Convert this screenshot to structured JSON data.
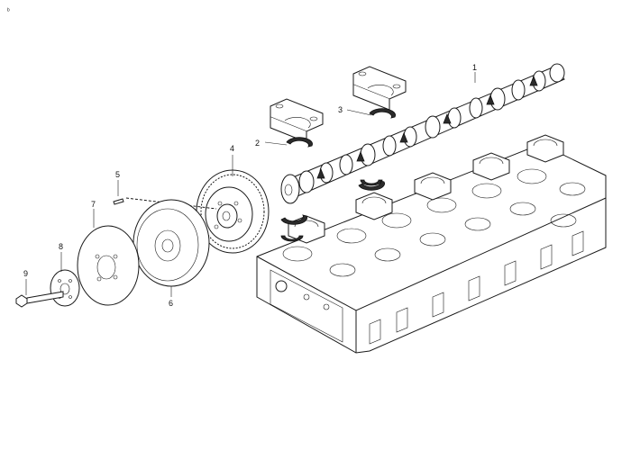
{
  "corner_mark": "ᵇ",
  "callouts": {
    "c1": "1",
    "c2": "2",
    "c3": "3",
    "c4": "4",
    "c5": "5",
    "c6": "6",
    "c7": "7",
    "c8": "8",
    "c9": "9"
  },
  "colors": {
    "line": "#1a1a1a",
    "background": "#ffffff"
  }
}
